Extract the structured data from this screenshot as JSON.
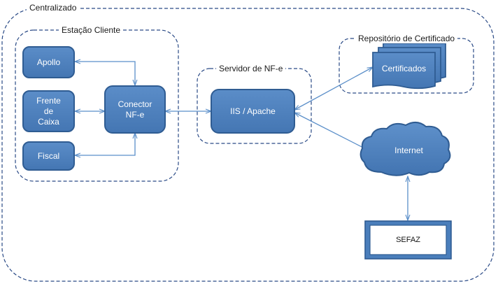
{
  "diagram": {
    "title": "Centralizado",
    "groups": [
      {
        "id": "centralizado",
        "label": "Centralizado"
      },
      {
        "id": "estacao-cliente",
        "label": "Estação Cliente"
      },
      {
        "id": "servidor-nfe",
        "label": "Servidor de NF-e"
      },
      {
        "id": "repositorio-certificado",
        "label": "Repositório de Certificado"
      }
    ],
    "nodes": [
      {
        "id": "apollo",
        "label": "Apollo",
        "shape": "rounded-rect",
        "fill": "#4a7ebb",
        "stroke": "#2f5c92",
        "text_color": "#ffffff"
      },
      {
        "id": "frente-de-caixa",
        "label": "Frente de Caixa",
        "line1": "Frente",
        "line2": "de",
        "line3": "Caixa",
        "shape": "rounded-rect",
        "fill": "#4a7ebb",
        "stroke": "#2f5c92",
        "text_color": "#ffffff"
      },
      {
        "id": "fiscal",
        "label": "Fiscal",
        "shape": "rounded-rect",
        "fill": "#4a7ebb",
        "stroke": "#2f5c92",
        "text_color": "#ffffff"
      },
      {
        "id": "conector-nfe",
        "label": "Conector NF-e",
        "line1": "Conector",
        "line2": "NF-e",
        "shape": "rounded-rect",
        "fill": "#4a7ebb",
        "stroke": "#2f5c92",
        "text_color": "#ffffff"
      },
      {
        "id": "iis-apache",
        "label": "IIS / Apache",
        "shape": "rounded-rect",
        "fill": "#4a7ebb",
        "stroke": "#2f5c92",
        "text_color": "#ffffff"
      },
      {
        "id": "certificados",
        "label": "Certificados",
        "shape": "stacked-documents",
        "fill": "#4a7ebb",
        "stroke": "#2f5c92",
        "text_color": "#ffffff"
      },
      {
        "id": "internet",
        "label": "Internet",
        "shape": "cloud",
        "fill": "#4a7ebb",
        "stroke": "#2f5c92",
        "text_color": "#ffffff"
      },
      {
        "id": "sefaz",
        "label": "SEFAZ",
        "shape": "framed-rect",
        "fill": "#ffffff",
        "stroke": "#4a7ebb",
        "text_color": "#111111"
      }
    ],
    "connections": [
      {
        "from": "apollo",
        "to": "conector-nfe",
        "style": "elbow",
        "arrows": "both"
      },
      {
        "from": "frente-de-caixa",
        "to": "conector-nfe",
        "style": "straight",
        "arrows": "both"
      },
      {
        "from": "fiscal",
        "to": "conector-nfe",
        "style": "elbow",
        "arrows": "both"
      },
      {
        "from": "conector-nfe",
        "to": "iis-apache",
        "style": "straight",
        "arrows": "both"
      },
      {
        "from": "iis-apache",
        "to": "certificados",
        "style": "straight",
        "arrows": "both"
      },
      {
        "from": "iis-apache",
        "to": "internet",
        "style": "straight",
        "arrows": "both"
      },
      {
        "from": "internet",
        "to": "sefaz",
        "style": "straight",
        "arrows": "both"
      }
    ],
    "colors": {
      "node_fill": "#4a7ebb",
      "node_stroke": "#2f5c92",
      "connector": "#4a7ebb",
      "group_border": "#1f3864",
      "background": "#ffffff",
      "label_text": "#1a1a1a"
    }
  }
}
